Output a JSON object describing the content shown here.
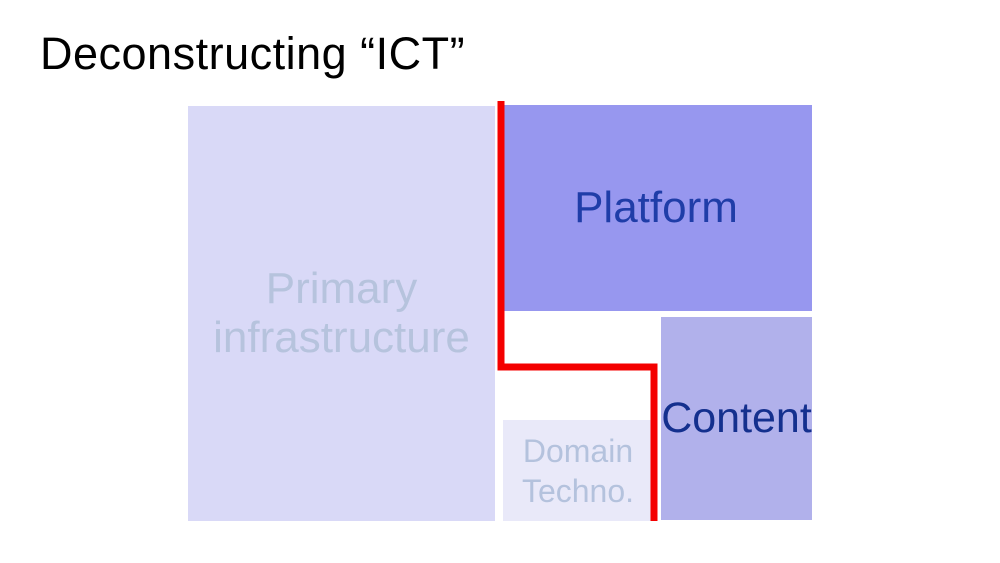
{
  "title": "Deconstructing “ICT”",
  "boxes": {
    "primary": {
      "label": "Primary infrastructure"
    },
    "platform": {
      "label": "Platform"
    },
    "content": {
      "label": "Content"
    },
    "domain": {
      "label": "Domain Techno."
    }
  },
  "colors": {
    "background": "#ffffff",
    "title_text": "#000000",
    "primary_box": "#d9d9f7",
    "primary_text": "#b6c3dd",
    "platform_box": "#9797ef",
    "platform_text": "#1f3da8",
    "content_box": "#b1b1eb",
    "content_text": "#14308e",
    "domain_box": "#e9e9f9",
    "domain_text": "#b4c2dd",
    "red_line": "#f40000"
  }
}
